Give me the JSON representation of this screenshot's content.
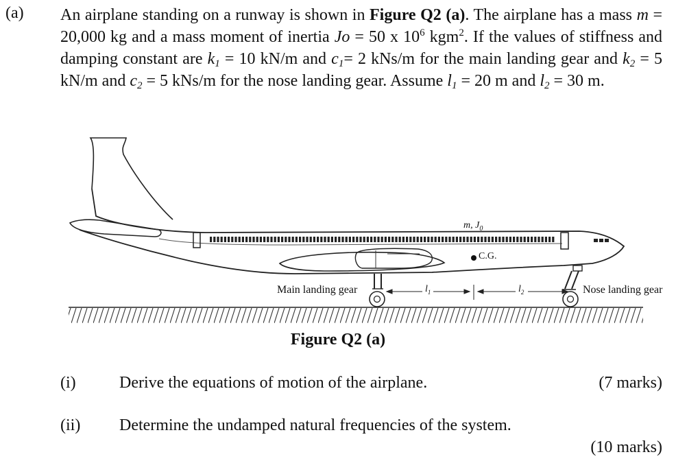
{
  "part_label": "(a)",
  "problem": {
    "intro_1": "An airplane standing on a runway is shown in ",
    "figure_ref": "Figure Q2 (a)",
    "intro_2": ". The airplane has a mass ",
    "m_sym": "m",
    "m_val": " = 20,000 kg and a mass moment of inertia ",
    "jo_sym": "Jo",
    "jo_val": " = 50 x 10",
    "jo_exp": "6",
    "jo_unit": " kgm",
    "jo_unit_exp": "2",
    "stiff_intro": ". If the values of stiffness and damping constant are ",
    "k1_sym": "k",
    "k1_sub": "1",
    "k1_val": " = 10 kN/m and ",
    "c1_sym": "c",
    "c1_sub": "1",
    "c1_val": "= 2 kNs/m for the main landing gear and ",
    "k2_sym": "k",
    "k2_sub": "2",
    "k2_val": " = 5 kN/m and ",
    "c2_sym": "c",
    "c2_sub": "2",
    "c2_val": " = 5 kNs/m for the nose landing gear. Assume ",
    "l1_sym": "l",
    "l1_sub": "1",
    "l1_val": " = 20 m and ",
    "l2_sym": "l",
    "l2_sub": "2",
    "l2_val": " = 30 m."
  },
  "figure": {
    "mass_label": "m, J",
    "mass_label_sub": "0",
    "cg_label": "C.G.",
    "main_gear_label": "Main landing gear",
    "nose_gear_label": "Nose landing gear",
    "l1_label": "l",
    "l1_label_sub": "1",
    "l2_label": "l",
    "l2_label_sub": "2",
    "caption": "Figure Q2 (a)"
  },
  "questions": [
    {
      "num": "(i)",
      "text": "Derive the equations of motion of the airplane.",
      "marks": "(7 marks)"
    },
    {
      "num": "(ii)",
      "text": "Determine the undamped natural frequencies of the system.",
      "marks": "(10 marks)"
    }
  ]
}
